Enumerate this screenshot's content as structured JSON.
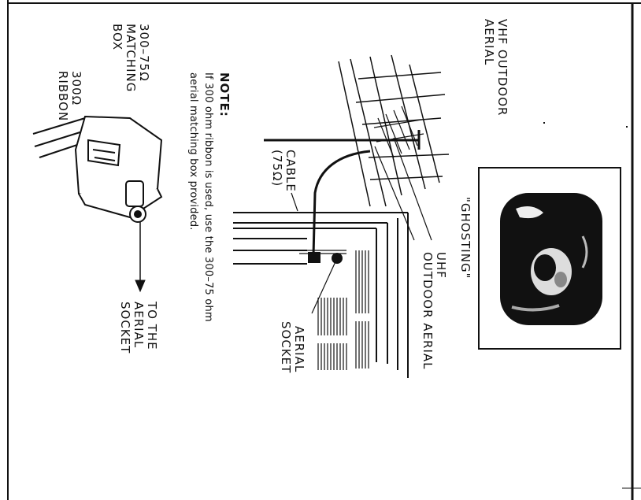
{
  "labels": {
    "vhf_aerial": [
      "VHF OUTDOOR",
      "AERIAL"
    ],
    "ghosting": "\"GHOSTING\"",
    "uhf_aerial": [
      "UHF",
      "OUTDOOR AERIAL"
    ],
    "cable": [
      "CABLE",
      "(75Ω)"
    ],
    "aerial_socket": [
      "AERIAL",
      "SOCKET"
    ],
    "matching_box": [
      "300–75Ω",
      "MATCHING",
      "BOX"
    ],
    "ribbon": [
      "300Ω",
      "RIBBON"
    ],
    "to_socket": [
      "TO THE",
      "AERIAL",
      "SOCKET"
    ]
  },
  "note": {
    "title": "NOTE:",
    "lines": [
      "If 300 ohm ribbon is used, use the 300–75 ohm",
      "aerial matching box provided."
    ]
  },
  "colors": {
    "ink": "#111111",
    "paper": "#ffffff"
  },
  "icons": [
    "vhf-antenna-icon",
    "uhf-antenna-icon",
    "ghost-tv-screen-icon",
    "tv-set-icon",
    "matching-box-icon"
  ]
}
